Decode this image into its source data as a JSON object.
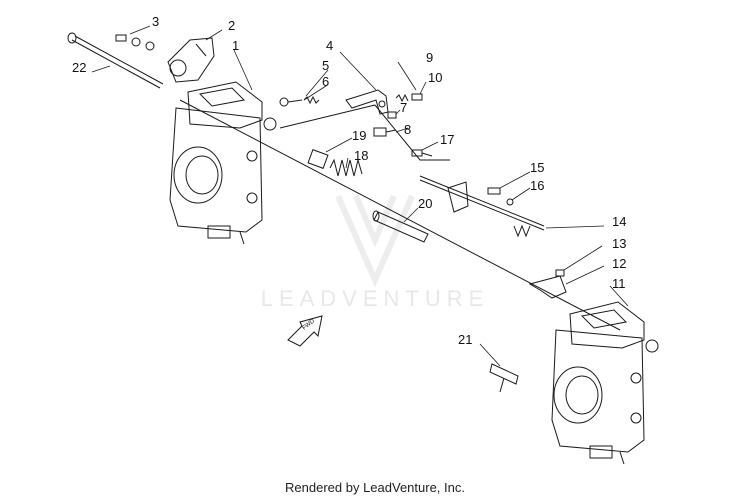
{
  "diagram": {
    "callouts": [
      "1",
      "2",
      "3",
      "4",
      "5",
      "6",
      "7",
      "8",
      "9",
      "10",
      "11",
      "12",
      "13",
      "14",
      "15",
      "16",
      "17",
      "18",
      "19",
      "20",
      "21",
      "22"
    ],
    "arrow_label": "FWD"
  },
  "watermark": {
    "text": "LEADVENTURE"
  },
  "footer": {
    "text": "Rendered by LeadVenture, Inc."
  }
}
